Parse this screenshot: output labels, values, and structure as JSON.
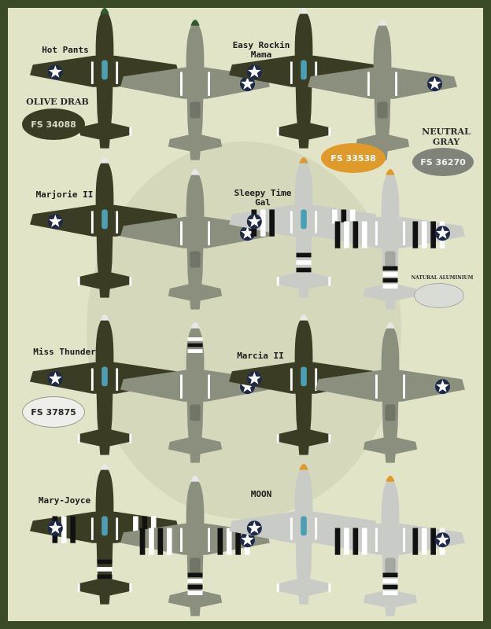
{
  "colors": {
    "olive_drab": "#3a3d24",
    "neutral_gray": "#8a8f7e",
    "aluminium": "#c9cbc6",
    "background": "#e2e4c8",
    "border": "#3b4a26",
    "yellow_nose": "#e09a2a"
  },
  "aircraft": [
    {
      "name": "Hot Pants"
    },
    {
      "name": "Easy Rockin\nMama"
    },
    {
      "name": "Marjorie II"
    },
    {
      "name": "Sleepy Time\nGal"
    },
    {
      "name": "Miss Thunder"
    },
    {
      "name": "Marcia II"
    },
    {
      "name": "Mary-Joyce"
    },
    {
      "name": "MOON"
    }
  ],
  "swatches": {
    "olive_drab": {
      "caption": "OLIVE DRAB",
      "code": "FS 34088"
    },
    "neutral_gray": {
      "caption": "NEUTRAL\nGRAY",
      "code": "FS 36270"
    },
    "orange": {
      "code": "FS 33538"
    },
    "light_gray": {
      "code": "FS 37875"
    },
    "natural_aluminium": {
      "caption": "NATURAL ALUMINIUM"
    }
  }
}
